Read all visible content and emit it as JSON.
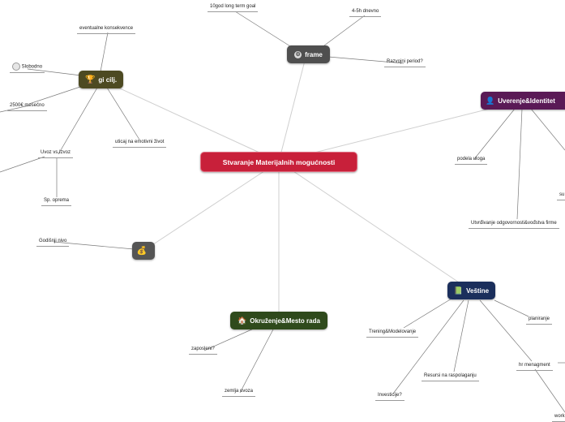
{
  "central": {
    "label": "Stvaranje Materijalnih mogućnosti",
    "color": "#c8203a"
  },
  "topics": {
    "frame": {
      "label": "frame",
      "icon": "gear-icon",
      "color": "#4f4f4f"
    },
    "gi_cilj": {
      "label": "gi cilj.",
      "icon": "trophy-icon",
      "color": "#4d4a22"
    },
    "uverenje": {
      "label": "Uverenje&Identitet",
      "icon": "person-icon",
      "color": "#5a1a56"
    },
    "vestine": {
      "label": "Veštine",
      "icon": "book-icon",
      "color": "#1b2f5c"
    },
    "okruzenje": {
      "label": "Okruženje&Mesto rada",
      "icon": "house-icon",
      "color": "#2f4a1c"
    },
    "money": {
      "label": "",
      "icon": "money-bag-icon",
      "color": "#555555"
    }
  },
  "leaves": {
    "long_term_goal": "10god long term goal",
    "dnevno": "4-5h dnevno",
    "razvojni_period": "Razvojni period?",
    "eventualne": "eventualne konsekvence",
    "slobodno": "Slobodno",
    "mesecno": "2500€ mesečno",
    "uticaj": "uticaj na emotivni život",
    "uvoz": "Uvoz vs.Izvoz",
    "sp_oprema": "Sp. oprema",
    "podela_uloga": "podela uloga",
    "su": "su",
    "utvrdivanje": "Utvrđivanje odgovornosti&vođstva firme",
    "godisnji": "Godišnji nivo",
    "zaposleni": "zaposleni?",
    "zemlja_uvoza": "zemlja uvoza",
    "trening": "Trening&Modelovanje",
    "planiranje": "planiranje",
    "resursi": "Resursi na raspolaganju",
    "hr": "hr menagment",
    "investicije": "Investicije?",
    "work": "work"
  },
  "colors": {
    "link": "#c9c9c9",
    "sublink": "#7a7a7a"
  }
}
